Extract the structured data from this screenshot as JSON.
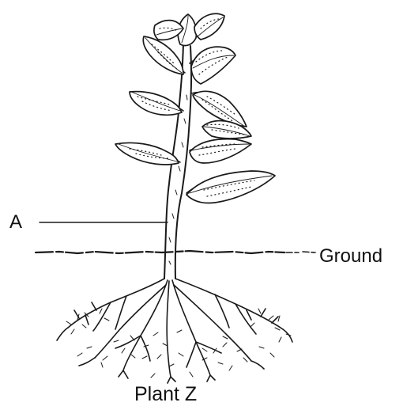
{
  "labels": {
    "part_a": "A",
    "ground": "Ground",
    "caption": "Plant Z"
  },
  "colors": {
    "ink": "#1a1a1a",
    "leaf_fill": "#ffffff",
    "background": "#ffffff"
  }
}
